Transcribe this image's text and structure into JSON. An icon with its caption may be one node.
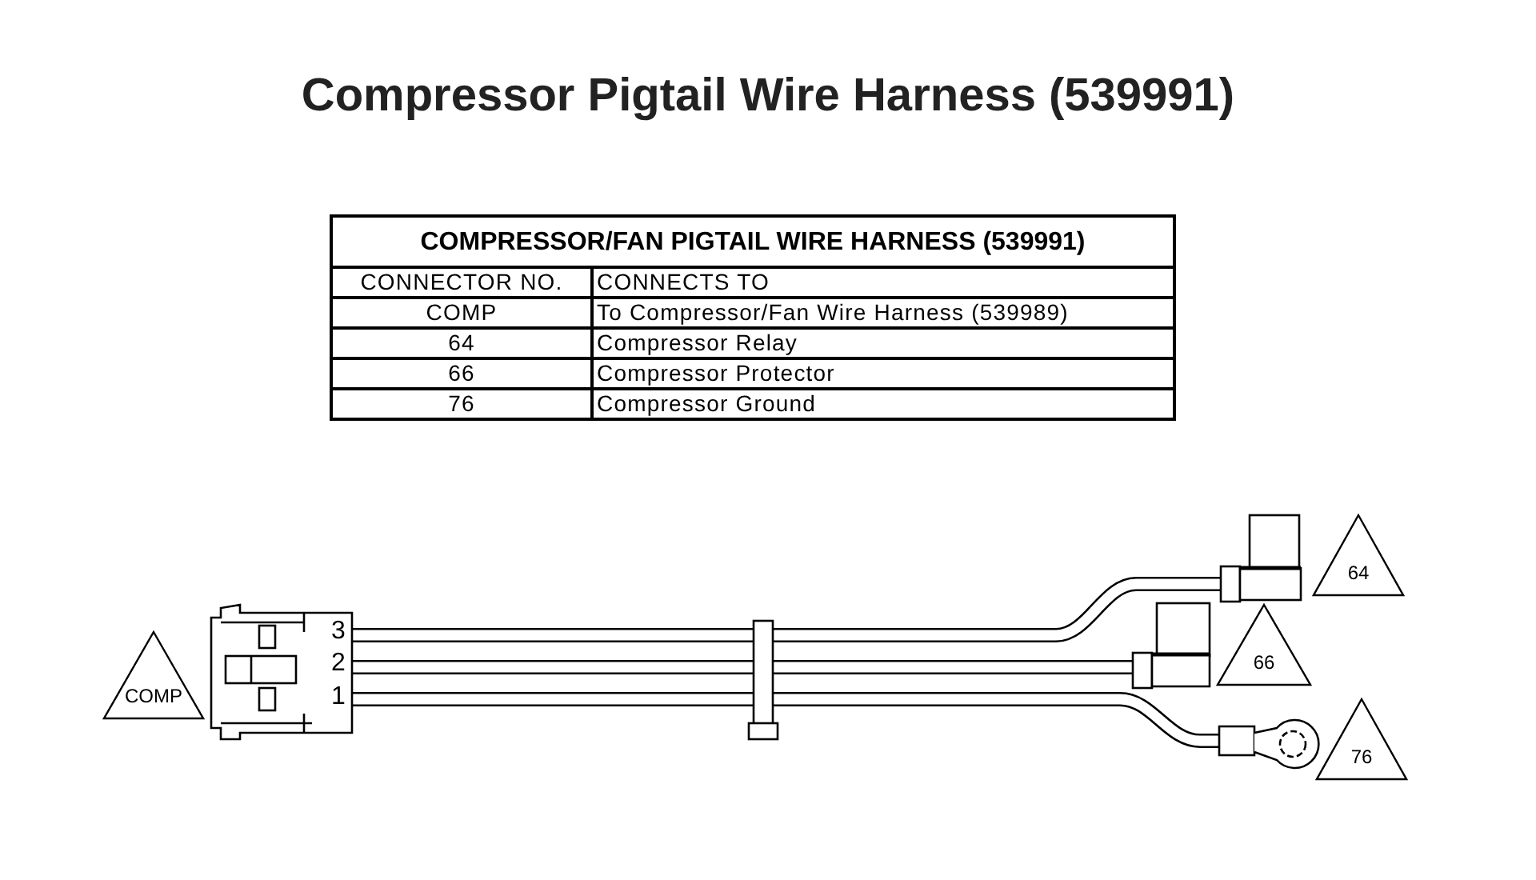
{
  "diagram": {
    "title": "Compressor Pigtail Wire Harness (539991)",
    "nodes": [
      {
        "text": [
          "COMP"
        ]
      },
      {
        "text": [
          "64"
        ]
      },
      {
        "text": [
          "66"
        ]
      },
      {
        "text": [
          "76"
        ]
      }
    ],
    "labels": [
      "COMPRESSOR/FAN PIGTAIL WIRE HARNESS (539991)",
      "CONNECTOR NO.",
      "CONNECTS TO",
      "COMP",
      "To Compressor/Fan Wire Harness (539989)",
      "64",
      "Compressor Relay",
      "66",
      "Compressor Protector",
      "76",
      "Compressor Ground",
      "3",
      "2",
      "1"
    ]
  }
}
